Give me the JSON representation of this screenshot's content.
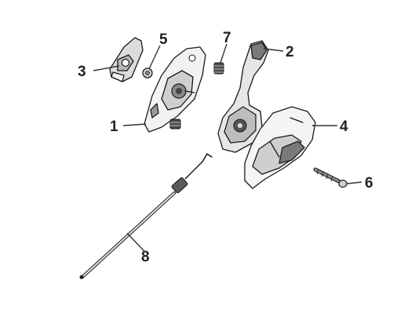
{
  "callouts": {
    "c1": "1",
    "c2": "2",
    "c3": "3",
    "c4": "4",
    "c5": "5",
    "c6": "6",
    "c7": "7",
    "c8": "8"
  },
  "colors": {
    "part_fill_light": "#f2f2f2",
    "part_fill_mid": "#c9c9c9",
    "part_fill_dark": "#6e6e6e",
    "outline": "#1a1a1a"
  }
}
